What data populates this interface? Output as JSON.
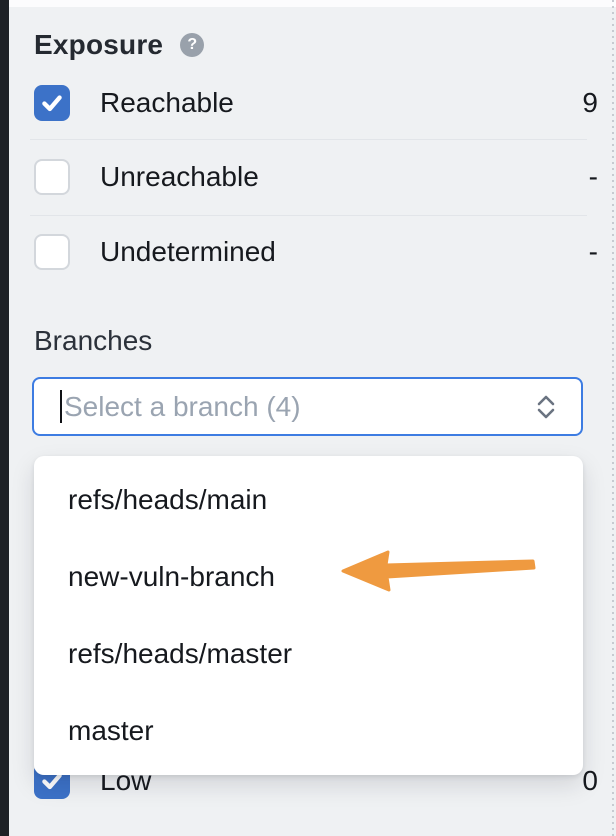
{
  "exposure": {
    "title": "Exposure",
    "help_icon": "?",
    "items": [
      {
        "label": "Reachable",
        "count": "9",
        "checked": true
      },
      {
        "label": "Unreachable",
        "count": "-",
        "checked": false
      },
      {
        "label": "Undetermined",
        "count": "-",
        "checked": false
      }
    ]
  },
  "branches": {
    "title": "Branches",
    "placeholder": "Select a branch (4)",
    "options": [
      "refs/heads/main",
      "new-vuln-branch",
      "refs/heads/master",
      "master"
    ]
  },
  "severity_partial": {
    "label": "Low",
    "count": "0",
    "checked": true
  },
  "annotation": {
    "shape": "hand-drawn arrow pointing left at new-vuln-branch option",
    "color": "#EF9A40"
  },
  "colors": {
    "checkbox_checked": "#3C72C8",
    "select_focus_border": "#3D7CE2",
    "background": "#EFF1F3",
    "left_bar": "#1E2126"
  }
}
